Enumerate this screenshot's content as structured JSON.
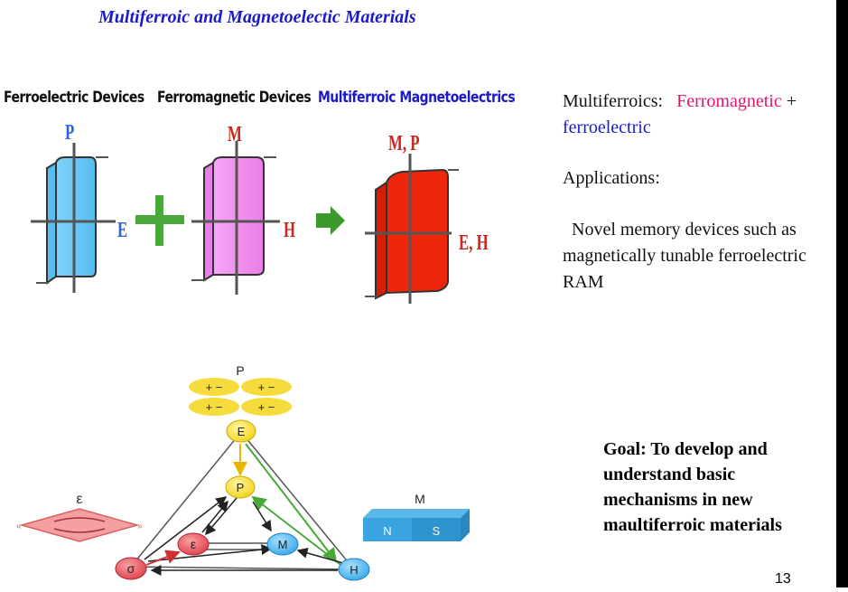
{
  "title": "Multiferroic and Magnetoelectic Materials",
  "hysteresis": {
    "ferroelectric_label": "Ferroelectric Devices",
    "ferromagnetic_label": "Ferromagnetic Devices",
    "multiferroic_label": "Multiferroic Magnetoelectrics",
    "fe_y_axis": "P",
    "fe_x_axis": "E",
    "fm_y_axis": "M",
    "fm_x_axis": "H",
    "mf_y_axis": "M, P",
    "mf_x_axis": "E, H",
    "colors": {
      "fe": "#66c8f5",
      "fm": "#f58cf0",
      "mf": "#f0260a",
      "plus": "#4aa83a",
      "arrow": "#3a9a2a",
      "label_blue": "#1a1acc",
      "letter_red": "#c8281e",
      "letter_blue": "#2a64d6"
    }
  },
  "text": {
    "multiferroics_label": "Multiferroics:",
    "ferromagnetic": "Ferromagnetic",
    "plus": "+",
    "ferroelectric": "ferroelectric",
    "applications": "Applications:",
    "app_line1": "Novel memory devices such as",
    "app_line2": "magnetically tunable ferroelectric",
    "app_line3": "RAM"
  },
  "goal": "Goal:  To develop  and understand basic mechanisms in new maultiferroic materials",
  "triangle": {
    "p_label": "P",
    "plus_minus": "+ −",
    "nodes": {
      "E": "E",
      "P": "P",
      "epsilon": "ε",
      "M": "M",
      "sigma": "σ",
      "H": "H"
    },
    "strain_label": "ε",
    "magnet_label": "M",
    "magnet_n": "N",
    "magnet_s": "S"
  },
  "page_number": "13"
}
